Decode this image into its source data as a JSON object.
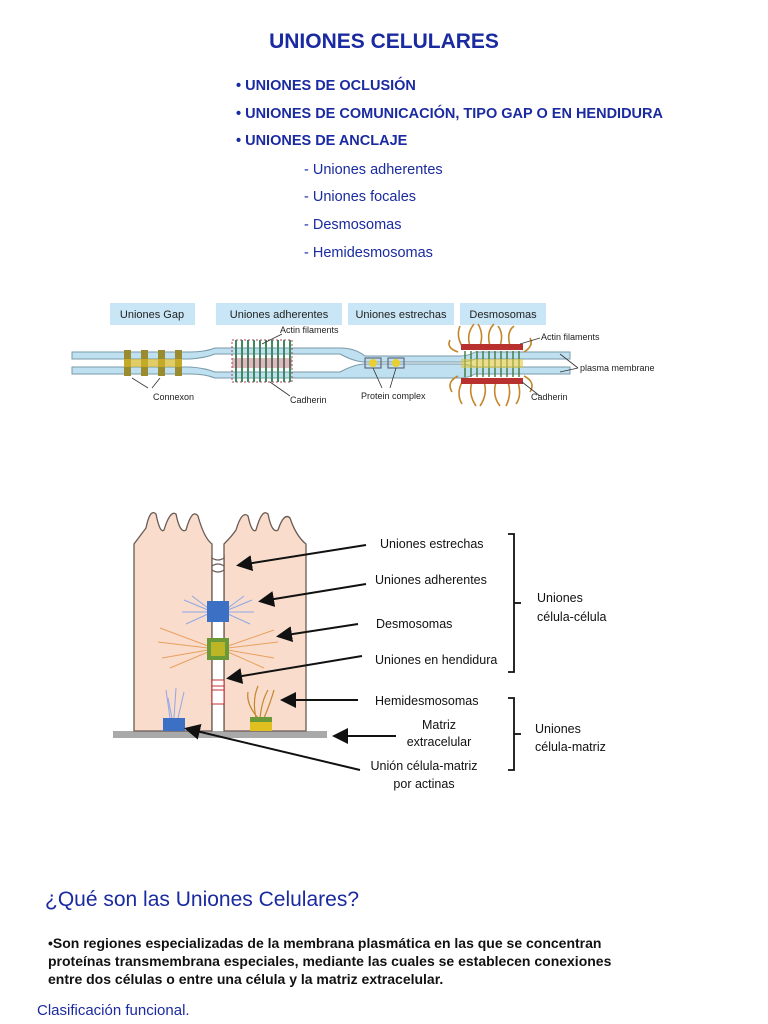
{
  "slide1": {
    "title": "UNIONES CELULARES",
    "bullets": [
      "• UNIONES DE OCLUSIÓN",
      "• UNIONES DE COMUNICACIÓN, TIPO GAP O EN HENDIDURA",
      "• UNIONES DE ANCLAJE"
    ],
    "subitems": [
      "- Uniones adherentes",
      "- Uniones focales",
      "- Desmosomas",
      "- Hemidesmosomas"
    ]
  },
  "diagram1": {
    "headers": [
      "Uniones Gap",
      "Uniones adherentes",
      "Uniones estrechas",
      "Desmosomas"
    ],
    "labels": {
      "actin_top": "Actin filaments",
      "actin_right": "Actin filaments",
      "plasma_membrane": "plasma membrane",
      "connexon": "Connexon",
      "cadherin_1": "Cadherin",
      "protein_complex": "Protein complex",
      "cadherin_2": "Cadherin"
    }
  },
  "diagram2": {
    "labels": {
      "estrechas": "Uniones estrechas",
      "adherentes": "Uniones adherentes",
      "desmosomas": "Desmosomas",
      "hendidura": "Uniones en hendidura",
      "hemidesmosomas": "Hemidesmosomas",
      "matriz_1": "Matriz",
      "matriz_2": "extracelular",
      "union_1": "Unión célula-matriz",
      "union_2": "por actinas"
    },
    "groups": {
      "celula_1": "Uniones",
      "celula_2": "célula-célula",
      "matriz_1": "Uniones",
      "matriz_2": "célula-matriz"
    }
  },
  "section2": {
    "title": "¿Qué son las Uniones Celulares?",
    "paragraph_lines": [
      "•Son regiones especializadas de la membrana plasmática en las que se concentran",
      "proteínas transmembrana especiales, mediante las cuales se establecen conexiones",
      "entre dos células o entre una célula y la matriz extracelular."
    ],
    "clasificacion": "Clasificación funcional."
  },
  "colors": {
    "title_blue": "#1a2aa0",
    "header_bg": "#c9e6f6",
    "cell_fill": "#f9dccb",
    "membrane": "#bfe0f0"
  }
}
